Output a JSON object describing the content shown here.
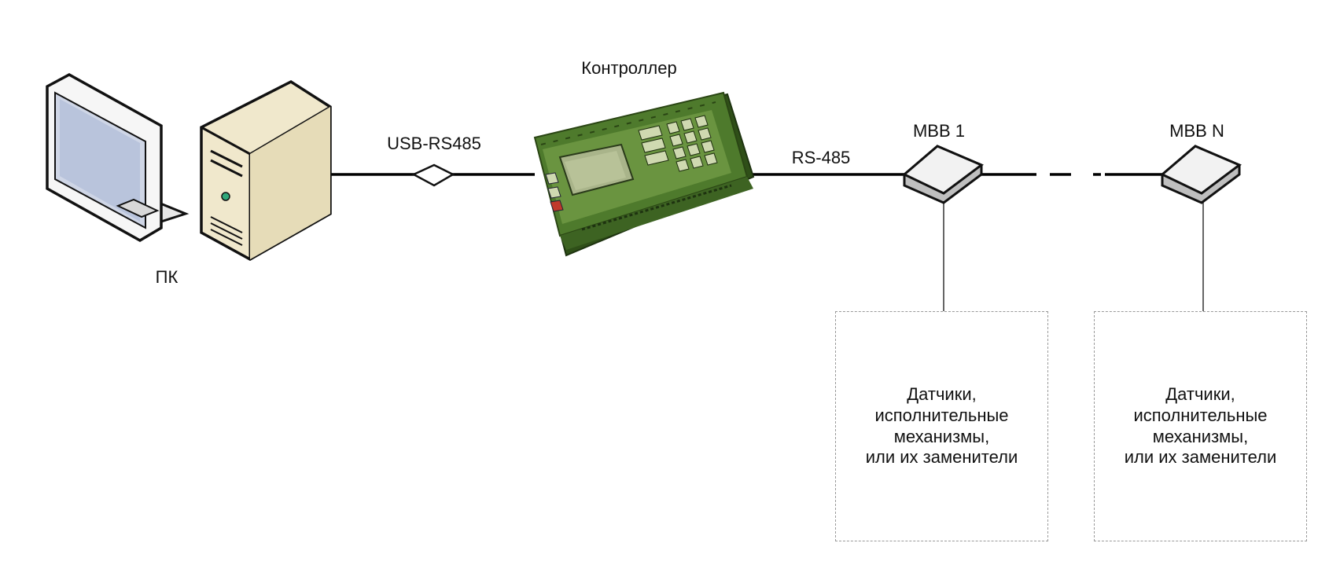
{
  "nodes": {
    "pc": {
      "label": "ПК"
    },
    "converter": {
      "label": "USB-RS485"
    },
    "controller": {
      "label": "Контроллер"
    },
    "bus": {
      "label": "RS-485"
    },
    "module_1": {
      "label": "МВВ 1"
    },
    "module_n": {
      "label": "МВВ N"
    }
  },
  "field_box_1": {
    "lines": [
      "Датчики,",
      "исполнительные",
      "механизмы,",
      "или их заменители"
    ]
  },
  "field_box_n": {
    "lines": [
      "Датчики,",
      "исполнительные",
      "механизмы,",
      "или их заменители"
    ]
  },
  "colors": {
    "line": "#000000",
    "device_green": "#4e7a2c",
    "device_green_dark": "#2f4f18",
    "pc_case": "#f0e8cc",
    "box_border": "#9a9a9a"
  }
}
